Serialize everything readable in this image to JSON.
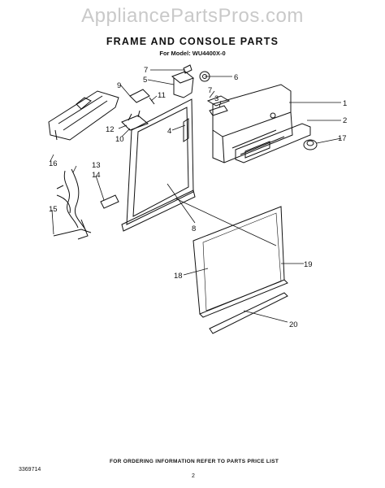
{
  "watermark": "AppliancePartsPros.com",
  "title": "FRAME AND CONSOLE PARTS",
  "subtitle": "For Model: WU4400X-0",
  "footer": {
    "ordering_note": "FOR ORDERING INFORMATION REFER TO PARTS PRICE LIST",
    "document_id": "3369714",
    "page_number": "2"
  },
  "callouts": [
    "1",
    "2",
    "3",
    "4",
    "5",
    "6",
    "7",
    "7",
    "8",
    "9",
    "10",
    "11",
    "12",
    "13",
    "14",
    "15",
    "16",
    "17",
    "18",
    "19",
    "20"
  ]
}
